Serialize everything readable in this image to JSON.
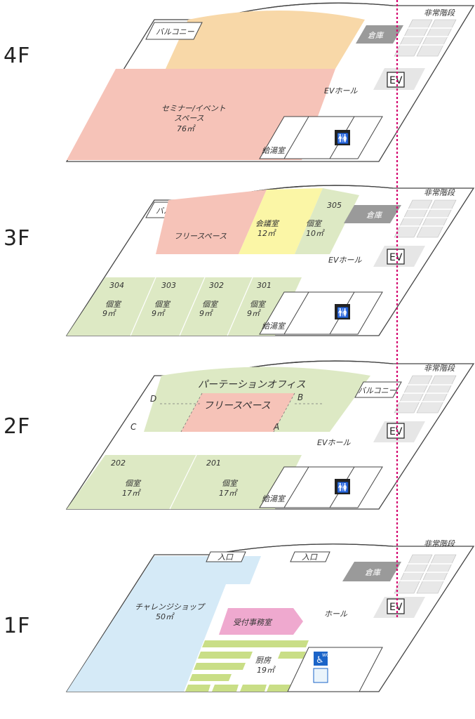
{
  "floors": {
    "f4": {
      "label": "4F",
      "balcony": "バルコニー",
      "storage": "倉庫",
      "emergency_stairs": "非常階段",
      "ev_hall": "EVホール",
      "ev": "EV",
      "seminar_line1": "セミナー/イベント",
      "seminar_line2": "スペース",
      "seminar_area": "76㎡",
      "kitchenette": "給湯室"
    },
    "f3": {
      "label": "3F",
      "balcony": "バルコニー",
      "free_space": "フリースペース",
      "meeting_room": "会議室",
      "meeting_area": "12㎡",
      "room305_num": "305",
      "room305_name": "個室",
      "room305_area": "10㎡",
      "storage": "倉庫",
      "emergency_stairs": "非常階段",
      "ev_hall": "EVホール",
      "ev": "EV",
      "rooms": [
        {
          "num": "304",
          "name": "個室",
          "area": "9㎡"
        },
        {
          "num": "303",
          "name": "個室",
          "area": "9㎡"
        },
        {
          "num": "302",
          "name": "個室",
          "area": "9㎡"
        },
        {
          "num": "301",
          "name": "個室",
          "area": "9㎡"
        }
      ],
      "kitchenette": "給湯室"
    },
    "f2": {
      "label": "2F",
      "partition_office": "パーテーションオフィス",
      "free_space": "フリースペース",
      "zone_d": "D",
      "zone_b": "B",
      "zone_c": "C",
      "zone_a": "A",
      "balcony": "バルコニー",
      "emergency_stairs": "非常階段",
      "ev_hall": "EVホール",
      "ev": "EV",
      "rooms": [
        {
          "num": "202",
          "name": "個室",
          "area": "17㎡"
        },
        {
          "num": "201",
          "name": "個室",
          "area": "17㎡"
        }
      ],
      "kitchenette": "給湯室"
    },
    "f1": {
      "label": "1F",
      "entrance1": "入口",
      "entrance2": "入口",
      "storage": "倉庫",
      "emergency_stairs": "非常階段",
      "challenge_shop": "チャレンジショップ",
      "challenge_area": "50㎡",
      "reception": "受付事務室",
      "hall": "ホール",
      "ev": "EV",
      "kitchen": "厨房",
      "kitchen_area": "19㎡",
      "wc": "WC"
    }
  },
  "colors": {
    "balcony_orange": "#f8d8a8",
    "seminar_pink": "#f6c3b8",
    "green": "#dde9c4",
    "yellow": "#fbf6a6",
    "shop_blue": "#d5eaf7",
    "reception_pink": "#efa9cf",
    "kitchen_green": "#c9de86",
    "storage_gray": "#9a9a9a",
    "elevator_line": "#d4006f"
  }
}
